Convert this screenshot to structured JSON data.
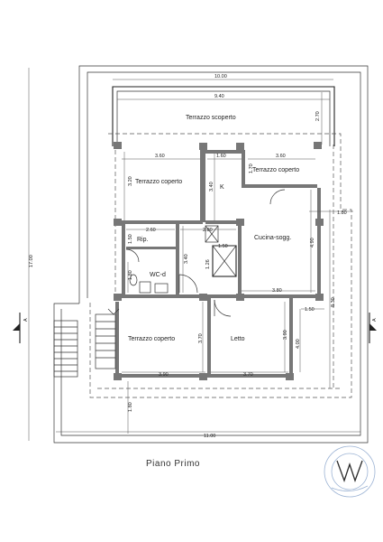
{
  "drawing": {
    "title": "Piano Primo",
    "section_marks": [
      "A",
      "A"
    ]
  },
  "rooms": {
    "terrazzo_scoperto": "Terrazzo scoperto",
    "terrazzo_coperto_nw": "Terrazzo coperto",
    "terrazzo_coperto_ne": "Terrazzo coperto",
    "terrazzo_coperto_sw": "Terrazzo coperto",
    "cucina": "Cucina-sogg.",
    "letto": "Letto",
    "rip": "Rip.",
    "wc": "WC-d",
    "k": "K"
  },
  "dimensions": {
    "top_10_00": "10.00",
    "top_9_40": "9.40",
    "right_2_70": "2.70",
    "d_3_60_left": "3.60",
    "d_1_60": "1.60",
    "d_3_60_right": "3.60",
    "d_1_70": "1.70",
    "d_3_20": "3.20",
    "d_3_40": "3.40",
    "d_2_60": "2.60",
    "d_2_80": "2.80",
    "d_1_80_right": "1.80",
    "d_1_50_upper": "1.50",
    "d_1_50_rip": "1.50",
    "d_4_90": "4.90",
    "d_1_26": "1.26",
    "d_3_40_wc": "3.40",
    "d_1_80_wc": "1.80",
    "d_3_80": "3.80",
    "d_8_30": "8.30",
    "d_1_50_lower": "1.50",
    "left_17_00": "17.00",
    "d_3_70_vert": "3.70",
    "d_3_90_vert": "3.90",
    "d_4_00_vert": "4.00",
    "bottom_3_90": "3.90",
    "bottom_3_70": "3.70",
    "d_1_80_bottom": "1.80",
    "bottom_11_00": "11.00"
  }
}
